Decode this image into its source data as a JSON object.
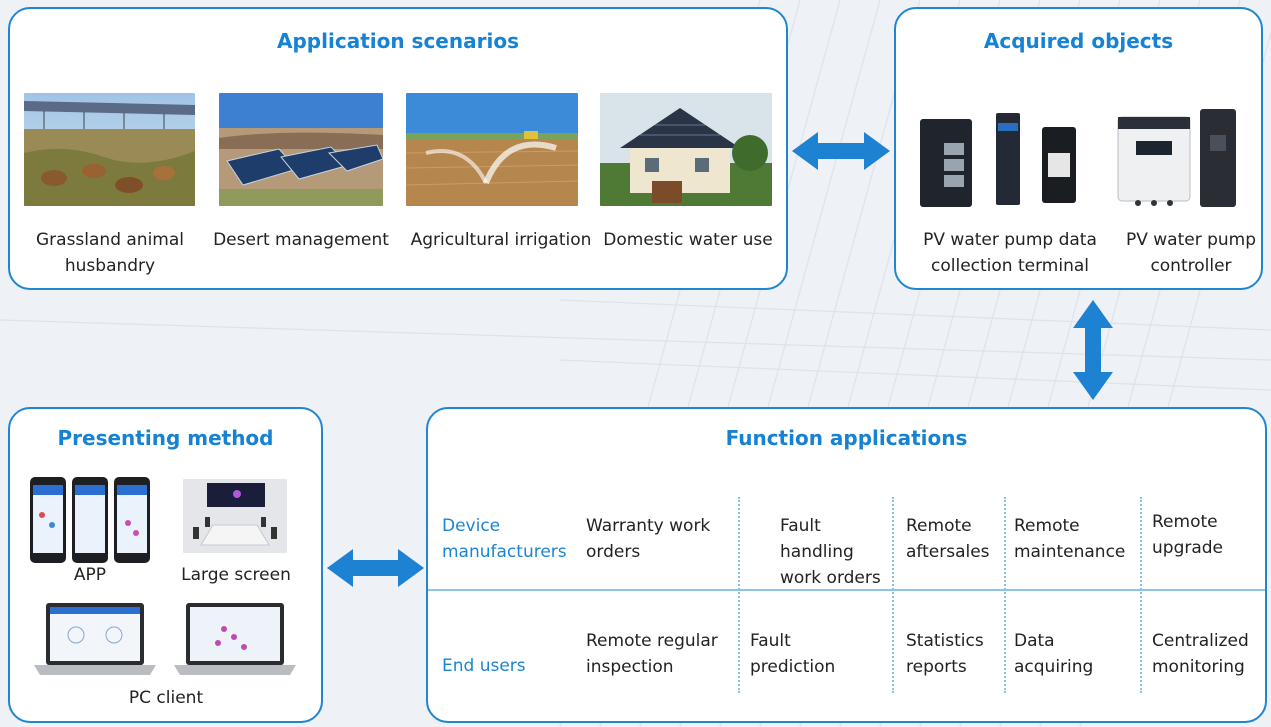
{
  "colors": {
    "accent": "#1682d4",
    "border": "#1f86cf",
    "arrow": "#1e82d2",
    "divider": "#8cc4ea"
  },
  "application_scenarios": {
    "title": "Application scenarios",
    "items": [
      {
        "label": "Grassland animal husbandry",
        "image": "cattle-grazing-under-solar-panels-photo"
      },
      {
        "label": "Desert management",
        "image": "solar-array-in-desert-photo"
      },
      {
        "label": "Agricultural irrigation",
        "image": "field-sprinkler-irrigation-photo"
      },
      {
        "label": "Domestic water use",
        "image": "house-with-rooftop-solar-photo"
      }
    ]
  },
  "acquired_objects": {
    "title": "Acquired objects",
    "items": [
      {
        "label": "PV water pump data collection terminal",
        "image": "data-collection-terminal-devices-photo"
      },
      {
        "label": "PV water pump controller",
        "image": "pump-controller-devices-photo"
      }
    ]
  },
  "presenting_method": {
    "title": "Presenting method",
    "items": [
      {
        "label": "APP",
        "image": "three-smartphones-with-app-photo"
      },
      {
        "label": "Large screen",
        "image": "conference-room-large-screen-photo"
      },
      {
        "label": "PC client",
        "image": "two-laptops-with-dashboard-photo"
      }
    ]
  },
  "function_applications": {
    "title": "Function applications",
    "rows": [
      {
        "label": "Device manufacturers",
        "cells": [
          "Warranty work orders",
          "Fault handling work orders",
          "Remote aftersales",
          "Remote maintenance",
          "Remote upgrade"
        ]
      },
      {
        "label": "End users",
        "cells": [
          "Remote regular inspection",
          "Fault prediction",
          "Statistics reports",
          "Data acquiring",
          "Centralized monitoring"
        ]
      }
    ]
  }
}
